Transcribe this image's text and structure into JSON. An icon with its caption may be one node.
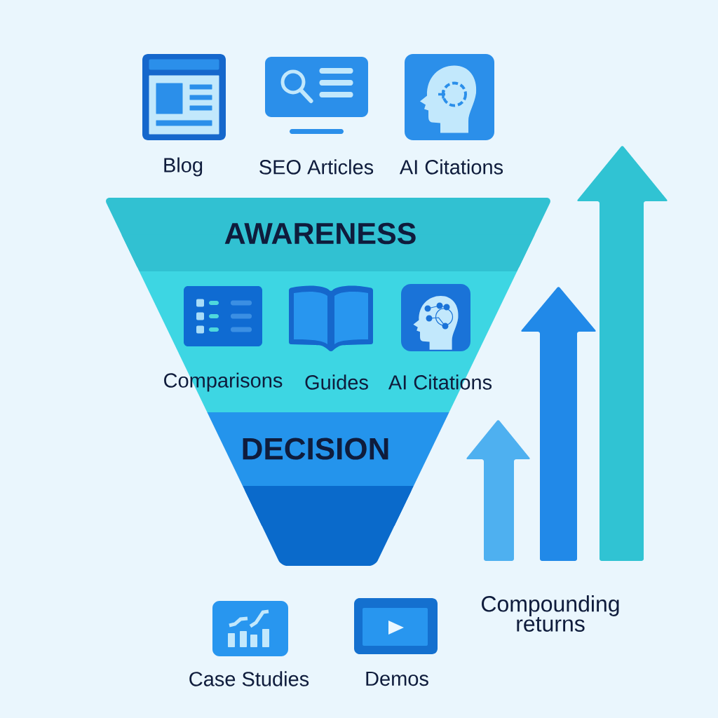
{
  "diagram": {
    "nodes": [
      {
        "text": [
          "Blog"
        ]
      },
      {
        "text": [
          "SEO Articles"
        ]
      },
      {
        "text": [
          "AI Citations"
        ]
      },
      {
        "text": [
          "AWARENESS"
        ]
      },
      {
        "text": [],
        "shape": "band"
      },
      {
        "text": [
          "Comparisons"
        ],
        "in": 4
      },
      {
        "text": [
          "Guides"
        ],
        "in": 4
      },
      {
        "text": [
          "AI Citations"
        ],
        "in": 4
      },
      {
        "text": [
          "DECISION"
        ]
      },
      {
        "text": [],
        "shape": "band"
      },
      {
        "text": [
          "Case Studies"
        ]
      },
      {
        "text": [
          "Demos"
        ]
      }
    ],
    "labels": [
      "Compounding returns"
    ]
  }
}
